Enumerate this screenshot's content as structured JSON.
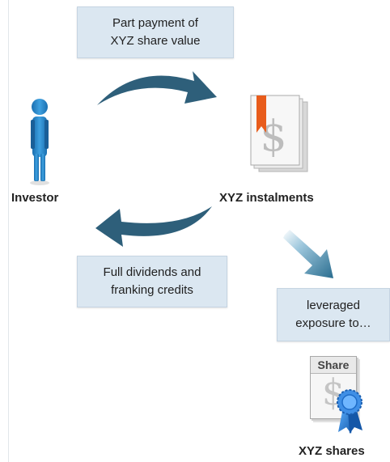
{
  "callouts": {
    "part_payment": "Part payment of\nXYZ share value",
    "dividends": "Full dividends and\nfranking credits",
    "leveraged": "leveraged\nexposure to…"
  },
  "labels": {
    "investor": "Investor",
    "instalments": "XYZ instalments",
    "shares": "XYZ shares"
  },
  "share_certificate": {
    "title": "Share"
  },
  "colors": {
    "arrow": "#2e5f7a",
    "investor_figure": "#2e8fd0",
    "callout_bg": "#dbe7f1",
    "bookmark": "#e85c1c",
    "ribbon": "#1e73be"
  }
}
